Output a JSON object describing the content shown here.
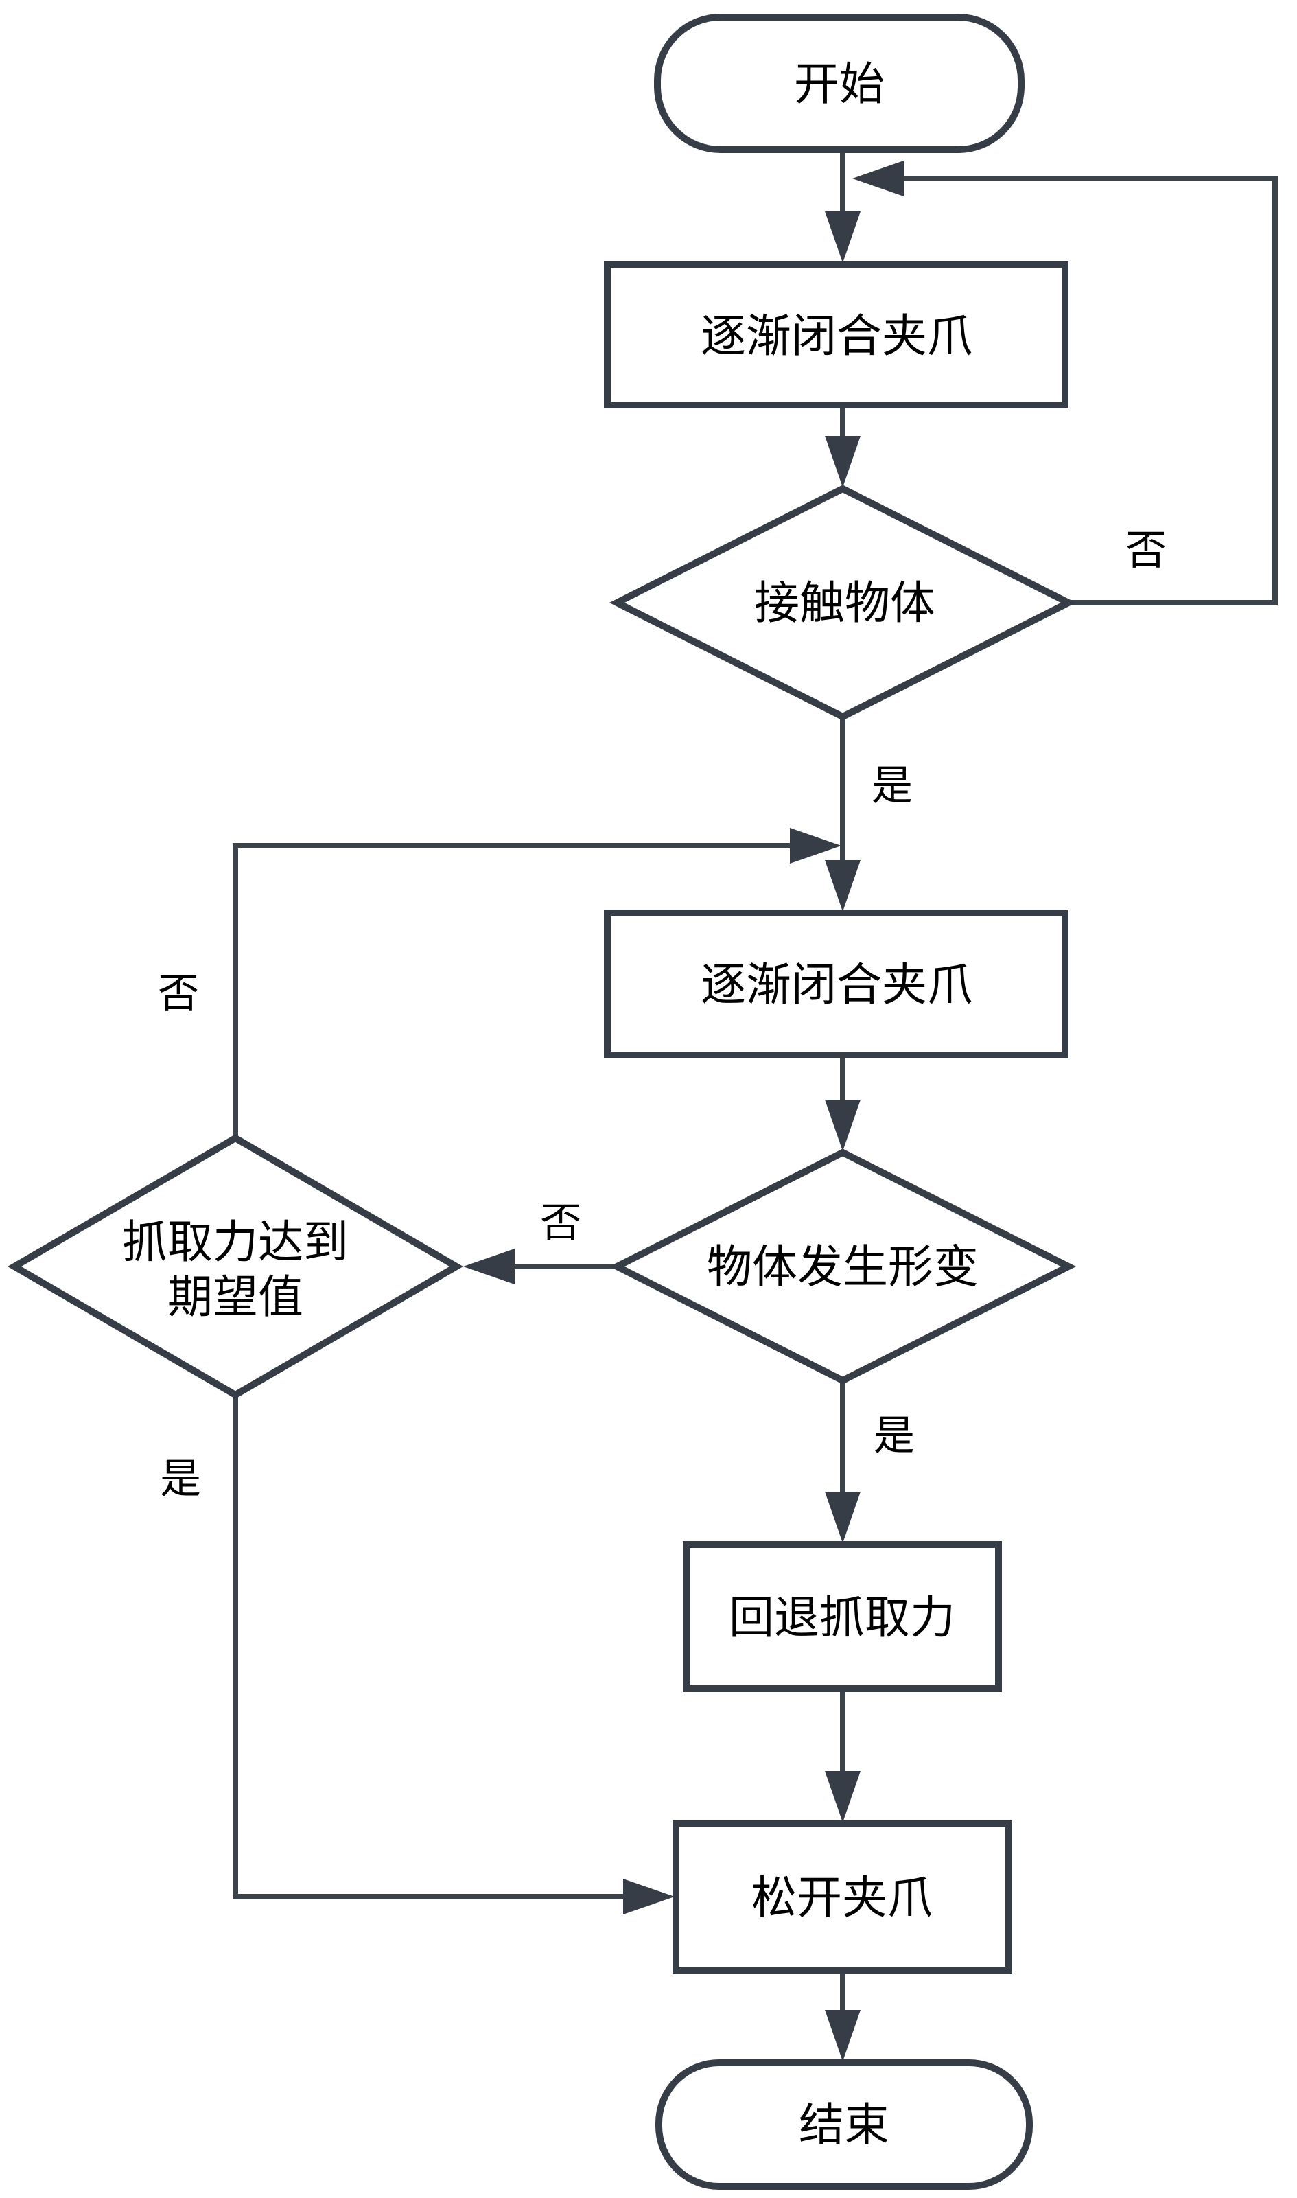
{
  "diagram": {
    "type": "flowchart",
    "background_color": "#ffffff",
    "stroke_color": "#363d46",
    "text_color": "#000000",
    "nodes": {
      "start": {
        "label": "开始",
        "shape": "rounded-terminator"
      },
      "close_gripper_1": {
        "label": "逐渐闭合夹爪",
        "shape": "process-rect"
      },
      "contact_object": {
        "label": "接触物体",
        "shape": "decision-diamond"
      },
      "close_gripper_2": {
        "label": "逐渐闭合夹爪",
        "shape": "process-rect"
      },
      "object_deformation": {
        "label": "物体发生形变",
        "shape": "decision-diamond"
      },
      "grip_force_expected": {
        "label_line1": "抓取力达到",
        "label_line2": "期望值",
        "shape": "decision-diamond"
      },
      "reduce_grip_force": {
        "label": "回退抓取力",
        "shape": "process-rect"
      },
      "release_gripper": {
        "label": "松开夹爪",
        "shape": "process-rect"
      },
      "end": {
        "label": "结束",
        "shape": "rounded-terminator"
      }
    },
    "edge_labels": {
      "contact_no": "否",
      "contact_yes": "是",
      "force_no": "否",
      "deformation_no": "否",
      "deformation_yes": "是",
      "force_yes": "是"
    }
  }
}
